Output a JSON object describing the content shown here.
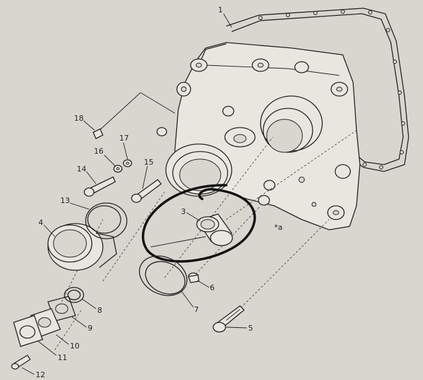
{
  "callouts": [
    {
      "id": "c1",
      "text": "1"
    },
    {
      "id": "c3",
      "text": "3"
    },
    {
      "id": "c4",
      "text": "4"
    },
    {
      "id": "c5",
      "text": "5"
    },
    {
      "id": "c6",
      "text": "6"
    },
    {
      "id": "c7",
      "text": "7"
    },
    {
      "id": "c8",
      "text": "8"
    },
    {
      "id": "c9",
      "text": "9"
    },
    {
      "id": "c10",
      "text": "10"
    },
    {
      "id": "c11",
      "text": "11"
    },
    {
      "id": "c12",
      "text": "12"
    },
    {
      "id": "c13",
      "text": "13"
    },
    {
      "id": "c14",
      "text": "14"
    },
    {
      "id": "c15",
      "text": "15"
    },
    {
      "id": "c16",
      "text": "16"
    },
    {
      "id": "c17",
      "text": "17"
    },
    {
      "id": "c18",
      "text": "18"
    },
    {
      "id": "ca",
      "text": "*a"
    }
  ],
  "colors": {
    "paper": "#d8d6cf",
    "ink": "#222222",
    "highlight_circle": "#111111"
  }
}
